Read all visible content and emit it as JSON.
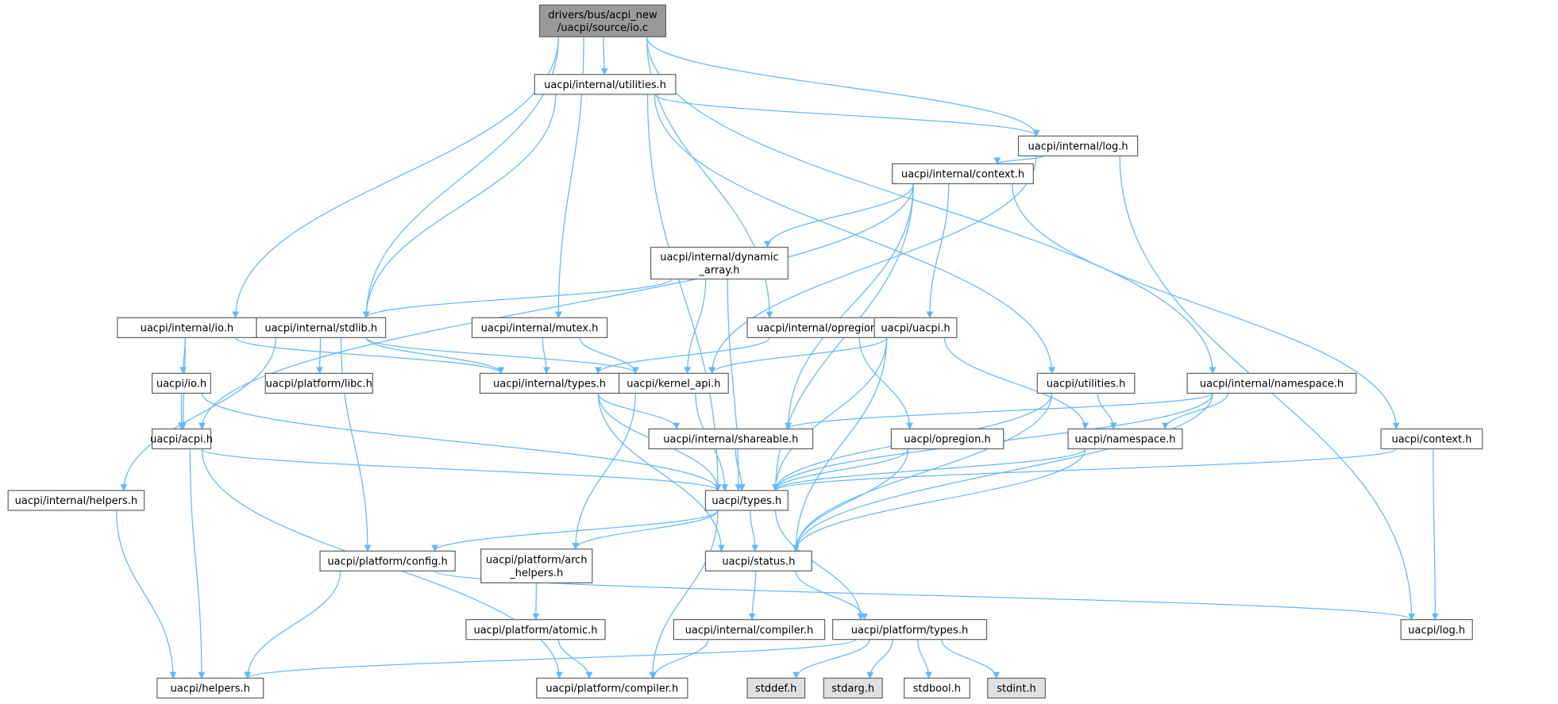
{
  "colors": {
    "edge": "#63b8ff",
    "root_fill": "#999999",
    "system_fill": "#e0e0e0",
    "node_fill": "#ffffff",
    "border": "#666666"
  },
  "nodes": {
    "root": {
      "lines": [
        "drivers/bus/acpi_new",
        "/uacpi/source/io.c"
      ],
      "kind": "root"
    },
    "utilities_internal": {
      "lines": [
        "uacpi/internal/utilities.h"
      ]
    },
    "log_internal": {
      "lines": [
        "uacpi/internal/log.h"
      ]
    },
    "context_internal": {
      "lines": [
        "uacpi/internal/context.h"
      ]
    },
    "dynamic_array": {
      "lines": [
        "uacpi/internal/dynamic",
        "_array.h"
      ]
    },
    "io_internal": {
      "lines": [
        "uacpi/internal/io.h"
      ]
    },
    "stdlib_internal": {
      "lines": [
        "uacpi/internal/stdlib.h"
      ]
    },
    "mutex_internal": {
      "lines": [
        "uacpi/internal/mutex.h"
      ]
    },
    "opregion_internal": {
      "lines": [
        "uacpi/internal/opregion.h"
      ]
    },
    "uacpi_h": {
      "lines": [
        "uacpi/uacpi.h"
      ]
    },
    "types_internal": {
      "lines": [
        "uacpi/internal/types.h"
      ]
    },
    "kernel_api": {
      "lines": [
        "uacpi/kernel_api.h"
      ]
    },
    "libc": {
      "lines": [
        "uacpi/platform/libc.h"
      ]
    },
    "io_h": {
      "lines": [
        "uacpi/io.h"
      ]
    },
    "utilities_h": {
      "lines": [
        "uacpi/utilities.h"
      ]
    },
    "namespace_internal": {
      "lines": [
        "uacpi/internal/namespace.h"
      ]
    },
    "acpi_h": {
      "lines": [
        "uacpi/acpi.h"
      ]
    },
    "shareable_internal": {
      "lines": [
        "uacpi/internal/shareable.h"
      ]
    },
    "opregion_h": {
      "lines": [
        "uacpi/opregion.h"
      ]
    },
    "namespace_h": {
      "lines": [
        "uacpi/namespace.h"
      ]
    },
    "context_h": {
      "lines": [
        "uacpi/context.h"
      ]
    },
    "helpers_internal": {
      "lines": [
        "uacpi/internal/helpers.h"
      ]
    },
    "types_h": {
      "lines": [
        "uacpi/types.h"
      ]
    },
    "config": {
      "lines": [
        "uacpi/platform/config.h"
      ]
    },
    "arch_helpers": {
      "lines": [
        "uacpi/platform/arch",
        "_helpers.h"
      ]
    },
    "status_h": {
      "lines": [
        "uacpi/status.h"
      ]
    },
    "atomic": {
      "lines": [
        "uacpi/platform/atomic.h"
      ]
    },
    "compiler_internal": {
      "lines": [
        "uacpi/internal/compiler.h"
      ]
    },
    "platform_types": {
      "lines": [
        "uacpi/platform/types.h"
      ]
    },
    "log_h": {
      "lines": [
        "uacpi/log.h"
      ]
    },
    "helpers_h": {
      "lines": [
        "uacpi/helpers.h"
      ]
    },
    "platform_compiler": {
      "lines": [
        "uacpi/platform/compiler.h"
      ]
    },
    "stddef": {
      "lines": [
        "stddef.h"
      ],
      "kind": "system"
    },
    "stdarg": {
      "lines": [
        "stdarg.h"
      ],
      "kind": "system"
    },
    "stdbool": {
      "lines": [
        "stdbool.h"
      ]
    },
    "stdint": {
      "lines": [
        "stdint.h"
      ],
      "kind": "system"
    }
  },
  "edges": [
    [
      "root",
      "utilities_internal"
    ],
    [
      "root",
      "stdlib_internal"
    ],
    [
      "root",
      "io_internal"
    ],
    [
      "root",
      "mutex_internal"
    ],
    [
      "root",
      "opregion_internal"
    ],
    [
      "root",
      "log_internal"
    ],
    [
      "root",
      "namespace_internal"
    ],
    [
      "utilities_internal",
      "stdlib_internal"
    ],
    [
      "utilities_internal",
      "types_h"
    ],
    [
      "utilities_internal",
      "log_internal"
    ],
    [
      "utilities_internal",
      "utilities_h"
    ],
    [
      "log_internal",
      "kernel_api"
    ],
    [
      "log_internal",
      "context_internal"
    ],
    [
      "log_internal",
      "log_h"
    ],
    [
      "context_internal",
      "dynamic_array"
    ],
    [
      "context_internal",
      "acpi_h"
    ],
    [
      "context_internal",
      "shareable_internal"
    ],
    [
      "context_internal",
      "types_h"
    ],
    [
      "context_internal",
      "uacpi_h"
    ],
    [
      "context_internal",
      "context_h"
    ],
    [
      "dynamic_array",
      "stdlib_internal"
    ],
    [
      "dynamic_array",
      "kernel_api"
    ],
    [
      "dynamic_array",
      "types_h"
    ],
    [
      "io_internal",
      "io_h"
    ],
    [
      "io_internal",
      "acpi_h"
    ],
    [
      "io_internal",
      "types_internal"
    ],
    [
      "stdlib_internal",
      "helpers_internal"
    ],
    [
      "stdlib_internal",
      "libc"
    ],
    [
      "stdlib_internal",
      "types_internal"
    ],
    [
      "stdlib_internal",
      "kernel_api"
    ],
    [
      "stdlib_internal",
      "config"
    ],
    [
      "mutex_internal",
      "types_internal"
    ],
    [
      "mutex_internal",
      "kernel_api"
    ],
    [
      "opregion_internal",
      "types_internal"
    ],
    [
      "opregion_internal",
      "opregion_h"
    ],
    [
      "uacpi_h",
      "kernel_api"
    ],
    [
      "uacpi_h",
      "types_h"
    ],
    [
      "uacpi_h",
      "namespace_h"
    ],
    [
      "uacpi_h",
      "status_h"
    ],
    [
      "types_internal",
      "shareable_internal"
    ],
    [
      "types_internal",
      "types_h"
    ],
    [
      "types_internal",
      "status_h"
    ],
    [
      "kernel_api",
      "types_h"
    ],
    [
      "kernel_api",
      "arch_helpers"
    ],
    [
      "io_h",
      "acpi_h"
    ],
    [
      "io_h",
      "types_h"
    ],
    [
      "utilities_h",
      "namespace_h"
    ],
    [
      "utilities_h",
      "types_h"
    ],
    [
      "utilities_h",
      "status_h"
    ],
    [
      "namespace_internal",
      "shareable_internal"
    ],
    [
      "namespace_internal",
      "namespace_h"
    ],
    [
      "namespace_internal",
      "types_h"
    ],
    [
      "namespace_internal",
      "status_h"
    ],
    [
      "acpi_h",
      "types_h"
    ],
    [
      "acpi_h",
      "helpers_h"
    ],
    [
      "acpi_h",
      "platform_compiler"
    ],
    [
      "shareable_internal",
      "types_h"
    ],
    [
      "opregion_h",
      "types_h"
    ],
    [
      "opregion_h",
      "status_h"
    ],
    [
      "namespace_h",
      "types_h"
    ],
    [
      "namespace_h",
      "status_h"
    ],
    [
      "context_h",
      "types_h"
    ],
    [
      "context_h",
      "log_h"
    ],
    [
      "helpers_internal",
      "helpers_h"
    ],
    [
      "types_h",
      "config"
    ],
    [
      "types_h",
      "arch_helpers"
    ],
    [
      "types_h",
      "status_h"
    ],
    [
      "types_h",
      "platform_types"
    ],
    [
      "types_h",
      "platform_compiler"
    ],
    [
      "config",
      "helpers_h"
    ],
    [
      "config",
      "log_h"
    ],
    [
      "arch_helpers",
      "atomic"
    ],
    [
      "status_h",
      "compiler_internal"
    ],
    [
      "status_h",
      "platform_types"
    ],
    [
      "atomic",
      "platform_compiler"
    ],
    [
      "compiler_internal",
      "platform_compiler"
    ],
    [
      "platform_types",
      "helpers_h"
    ],
    [
      "platform_types",
      "stddef"
    ],
    [
      "platform_types",
      "stdarg"
    ],
    [
      "platform_types",
      "stdbool"
    ],
    [
      "platform_types",
      "stdint"
    ]
  ]
}
